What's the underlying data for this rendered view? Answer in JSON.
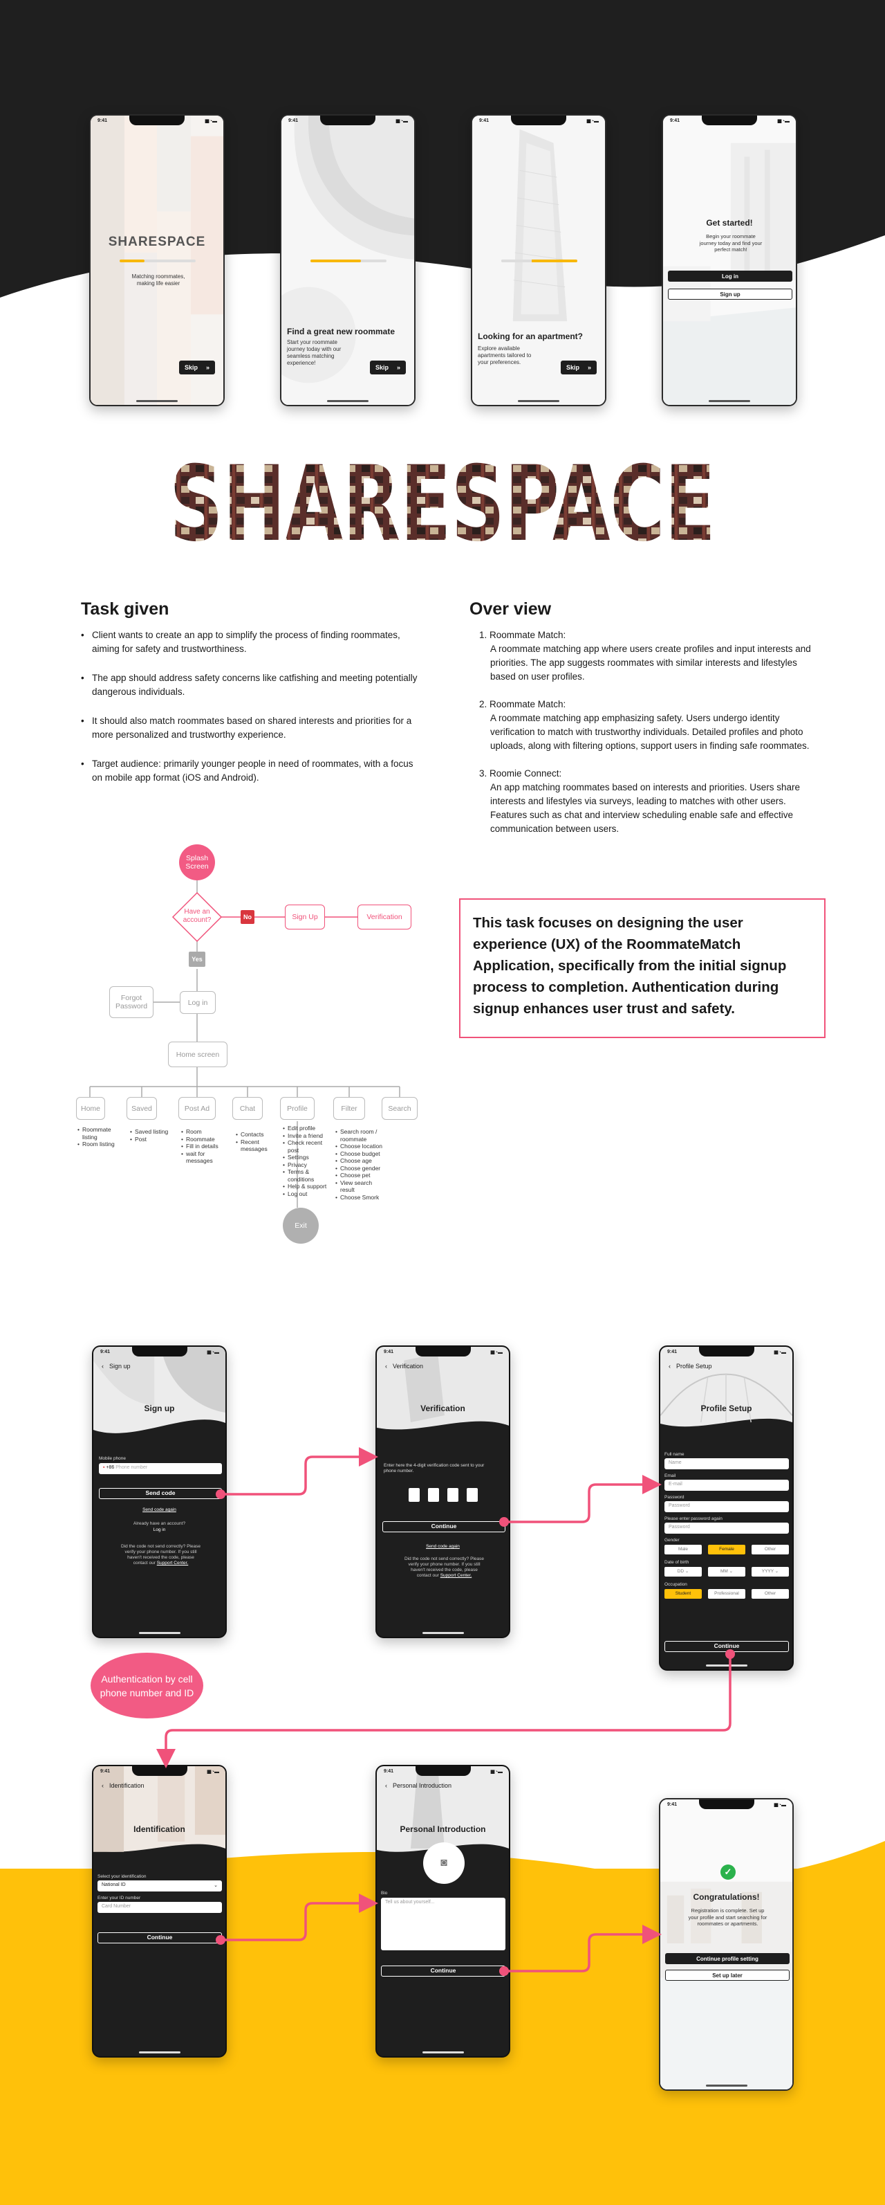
{
  "status_time": "9:41",
  "onboarding": {
    "splash": {
      "logo": "SHARESPACE",
      "tagline": "Matching roommates, making life easier",
      "skip": "Skip",
      "progress": 0.33
    },
    "step2": {
      "title": "Find a great new roommate",
      "text": "Start your roommate journey today with our seamless matching experience!",
      "skip": "Skip",
      "progress": 0.66
    },
    "step3": {
      "title": "Looking for an apartment?",
      "text": "Explore available apartments tailored to your preferences.",
      "skip": "Skip",
      "progress": 1.0
    },
    "start": {
      "title": "Get started!",
      "text": "Begin your roommate journey today and find your perfect match!",
      "login": "Log in",
      "signup": "Sign up"
    }
  },
  "brand_banner": "SHARESPACE",
  "task": {
    "heading": "Task given",
    "items": [
      "Client wants to create an app to simplify the process of finding roommates, aiming for safety and trustworthiness.",
      "The app should address safety concerns like catfishing and meeting potentially dangerous individuals.",
      "It should also match roommates based on shared interests and priorities for a more personalized and trustworthy experience.",
      "Target audience: primarily younger people in need of roommates, with a focus on mobile app format (iOS and Android)."
    ]
  },
  "overview": {
    "heading": "Over view",
    "items": [
      {
        "name": "1. Roommate Match:",
        "desc": "A roommate matching app where users create profiles and input interests and priorities. The app suggests roommates with similar interests and lifestyles based on user profiles."
      },
      {
        "name": "2. Roommate Match:",
        "desc": "A roommate matching app emphasizing safety. Users undergo identity verification to match with trustworthy individuals. Detailed profiles and photo uploads, along with filtering options, support users in finding safe roommates."
      },
      {
        "name": "3. Roomie Connect:",
        "desc": "An app matching roommates based on interests and priorities. Users share interests and lifestyles via surveys, leading to matches with other users. Features such as chat and interview scheduling enable safe and effective communication between users."
      }
    ]
  },
  "focus_statement": "This task focuses on designing the user experience (UX) of the RoommateMatch Application, specifically from the initial signup process to completion. Authentication during signup enhances user trust and safety.",
  "flow": {
    "splash": "Splash Screen",
    "decision": "Have an account?",
    "no": "No",
    "yes": "Yes",
    "signup": "Sign Up",
    "verification": "Verification",
    "forgot": "Forgot Password",
    "login": "Log in",
    "home_screen": "Home screen",
    "tabs": [
      "Home",
      "Saved",
      "Post Ad",
      "Chat",
      "Profile",
      "Filter",
      "Search"
    ],
    "home_sub": [
      "Roommate listing",
      "Room listing"
    ],
    "saved_sub": [
      "Saved listing",
      "Post"
    ],
    "postad_sub": [
      "Room",
      "Roommate",
      "Fill in details",
      "wait for messages"
    ],
    "chat_sub": [
      "Contacts",
      "Recent messages"
    ],
    "profile_sub": [
      "Edit profile",
      "Invite a friend",
      "Check recent post",
      "Settings",
      "Privacy",
      "Terms & conditions",
      "Help & support",
      "Log out"
    ],
    "filter_sub": [
      "Search room / roommate",
      "Choose location",
      "Choose budget",
      "Choose age",
      "Choose gender",
      "Choose pet",
      "View search result",
      "Choose Smork"
    ],
    "exit": "Exit"
  },
  "signup_screen": {
    "header": "Sign up",
    "title": "Sign up",
    "phone_label": "Mobile phone",
    "country_code": "+86",
    "phone_placeholder": "Phone number",
    "send_code": "Send code",
    "send_again": "Send code again",
    "have_account": "Already have an account?",
    "login_link": "Log in",
    "help": "Did the code not send correctly? Please verify your phone number. If you still haven't received the code, please contact our",
    "support": "Support Center."
  },
  "verification_screen": {
    "header": "Verification",
    "title": "Verification",
    "instruction": "Enter here the 4-digit verification code sent to your phone number.",
    "continue": "Continue",
    "send_again": "Send code again",
    "help": "Did the code not send correctly? Please verify your phone number. If you still haven't received the code, please contact our",
    "support": "Support Center."
  },
  "profile_screen": {
    "header": "Profile Setup",
    "title": "Profile Setup",
    "fields": [
      {
        "label": "Full name",
        "placeholder": "Name"
      },
      {
        "label": "Email",
        "placeholder": "E-mail"
      },
      {
        "label": "Password",
        "placeholder": "Password"
      },
      {
        "label": "Please enter password again",
        "placeholder": "Password"
      }
    ],
    "gender_label": "Gender",
    "gender": [
      "Male",
      "Female",
      "Other"
    ],
    "gender_selected": "Female",
    "dob_label": "Date of birth",
    "dob": [
      "DD",
      "MM",
      "YYYY"
    ],
    "occupation_label": "Occupation",
    "occupation": [
      "Student",
      "Professional",
      "Other"
    ],
    "occupation_selected": "Student",
    "continue": "Continue"
  },
  "auth_note": "Authentication by cell phone number and ID",
  "identification_screen": {
    "header": "Identification",
    "title": "Identification",
    "id_label": "Select your identification",
    "id_value": "National ID",
    "number_label": "Enter your ID number",
    "number_placeholder": "Card Number",
    "continue": "Continue"
  },
  "intro_screen": {
    "header": "Personal Introduction",
    "title": "Personal Introduction",
    "bio_label": "Bio",
    "bio_placeholder": "Tell us about yourself...",
    "continue": "Continue"
  },
  "congrats_screen": {
    "title": "Congratulations!",
    "text": "Registration is complete. Set up your profile and start searching for roommates or apartments.",
    "primary": "Continue profile setting",
    "secondary": "Set up later"
  },
  "colors": {
    "accent_yellow": "#ffc10a",
    "accent_pink": "#f0527a",
    "dark": "#1f1f1f"
  }
}
